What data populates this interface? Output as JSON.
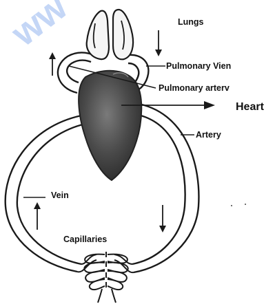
{
  "watermark": "ww",
  "labels": {
    "lungs": "Lungs",
    "pulmonary_vein": "Pulmonary Vien",
    "pulmonary_artery": "Pulmonary arterv",
    "heart": "Heart",
    "artery": "Artery",
    "vein": "Vein",
    "capillaries": "Capillaries"
  },
  "colors": {
    "vessel": "#1a1a1a",
    "heart_dark": "#3c3c3c",
    "heart_mid": "#6a6a6a",
    "lung_fill": "#f5f5f5",
    "watermark": "#2f6fe0"
  }
}
